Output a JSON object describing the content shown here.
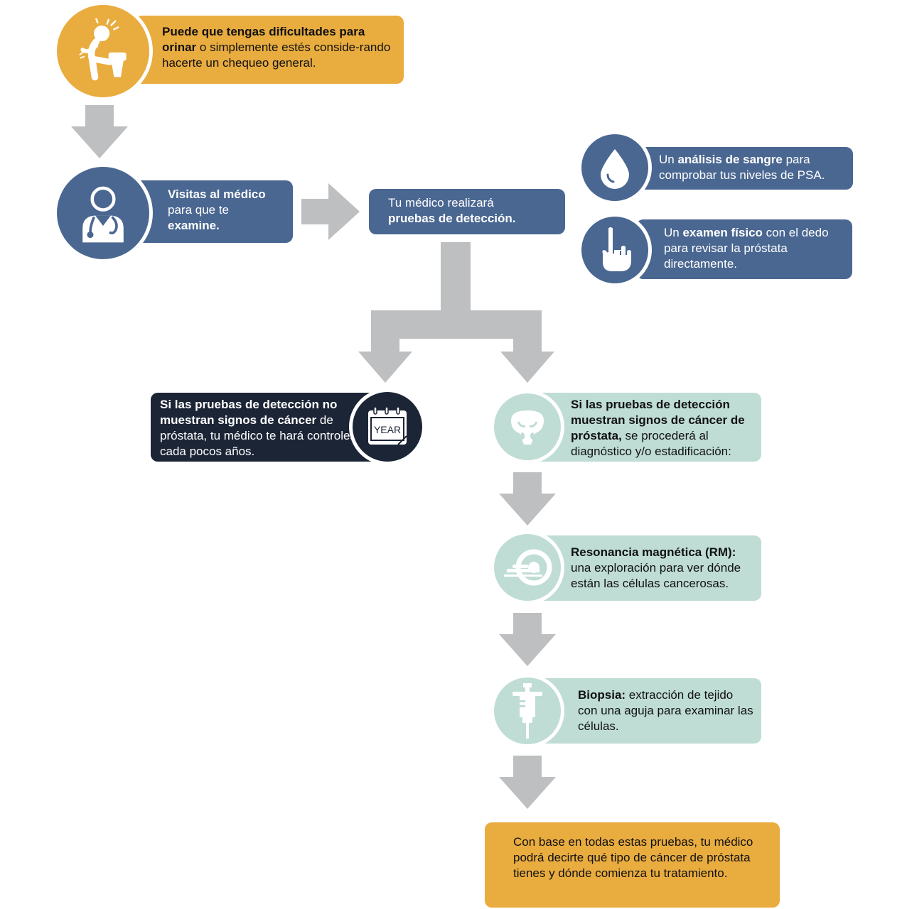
{
  "colors": {
    "amber": "#E9AC3F",
    "blue": "#4A6791",
    "navy": "#1C2536",
    "mint": "#BFDDD5",
    "arrow_gray": "#BEBFC1"
  },
  "step1": {
    "icon": "man-urinating-icon",
    "bold": "Puede que tengas dificultades para orinar",
    "text": " o simplemente estés conside-rando hacerte un chequeo general."
  },
  "step2": {
    "icon": "doctor-icon",
    "bold1": "Visitas al médico",
    "text": "para que te",
    "bold2": "examine."
  },
  "step3": {
    "text": "Tu médico realizará",
    "bold": "pruebas de detección."
  },
  "test_blood": {
    "icon": "blood-drop-icon",
    "pre": "Un ",
    "bold": "análisis de sangre",
    "post": " para comprobar tus niveles de PSA."
  },
  "test_exam": {
    "icon": "finger-icon",
    "pre": "Un ",
    "bold": "examen físico",
    "post": " con el dedo para revisar la próstata directamente."
  },
  "result_negative": {
    "icon": "calendar-year-icon",
    "icon_text": "YEAR",
    "bold": "Si las pruebas de detección no muestran signos de cáncer",
    "text": " de próstata, tu médico te hará controles cada pocos años."
  },
  "result_positive": {
    "icon": "prostate-icon",
    "bold": "Si las pruebas de detección muestran signos de cáncer de próstata,",
    "text": " se procederá al diagnóstico y/o estadificación:"
  },
  "mri": {
    "icon": "mri-scanner-icon",
    "bold": "Resonancia magnética (RM):",
    "text": " una exploración para ver dónde están las células cancerosas."
  },
  "biopsy": {
    "icon": "syringe-icon",
    "bold": "Biopsia:",
    "text": " extracción de tejido con una aguja para examinar las células."
  },
  "final": {
    "text": "Con base en todas estas pruebas, tu médico podrá decirte qué tipo de cáncer de próstata tienes y dónde comienza tu tratamiento."
  }
}
